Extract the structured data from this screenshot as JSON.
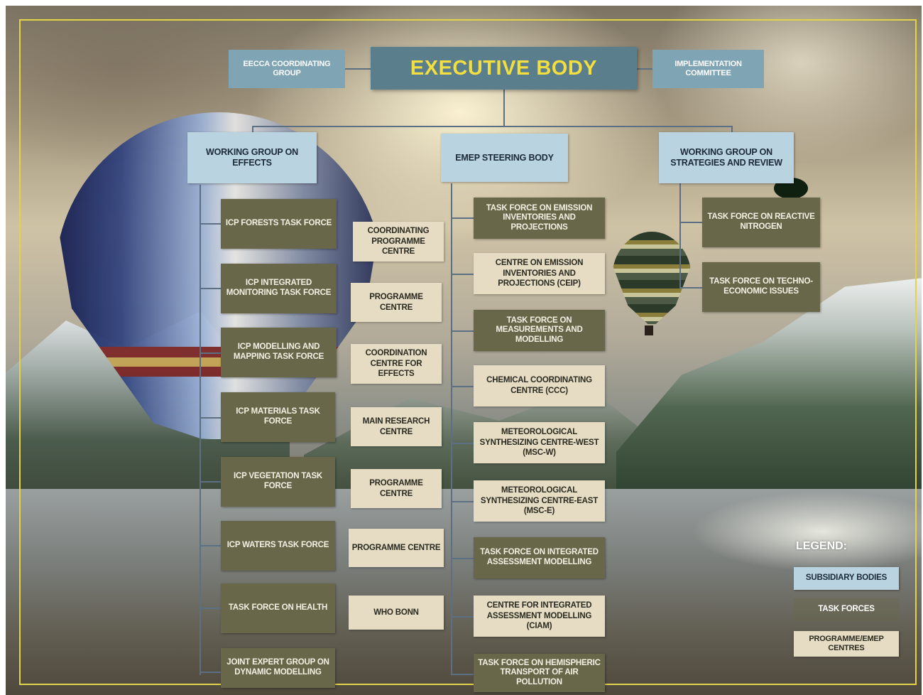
{
  "executive_body": "EXECUTIVE BODY",
  "eecca": "EECCA COORDINATING GROUP",
  "implementation": "IMPLEMENTATION COMMITTEE",
  "subsidiary": {
    "wge": "WORKING GROUP ON EFFECTS",
    "emep": "EMEP STEERING BODY",
    "wgsr": "WORKING GROUP ON STRATEGIES AND REVIEW"
  },
  "effects_task_forces": [
    "ICP FORESTS TASK FORCE",
    "ICP INTEGRATED MONITORING TASK FORCE",
    "ICP MODELLING AND MAPPING TASK FORCE",
    "ICP MATERIALS TASK FORCE",
    "ICP VEGETATION TASK FORCE",
    "ICP WATERS TASK FORCE",
    "TASK FORCE ON HEALTH",
    "JOINT EXPERT GROUP ON DYNAMIC MODELLING"
  ],
  "effects_centres": [
    "COORDINATING PROGRAMME CENTRE",
    "PROGRAMME CENTRE",
    "COORDINATION CENTRE FOR EFFECTS",
    "MAIN RESEARCH CENTRE",
    "PROGRAMME CENTRE",
    "PROGRAMME CENTRE",
    "WHO BONN"
  ],
  "emep_items": [
    "TASK FORCE ON EMISSION INVENTORIES AND PROJECTIONS",
    "CENTRE ON EMISSION INVENTORIES AND PROJECTIONS (CEIP)",
    "TASK FORCE ON MEASUREMENTS AND MODELLING",
    "CHEMICAL COORDINATING CENTRE (CCC)",
    "METEOROLOGICAL SYNTHESIZING CENTRE-WEST (MSC-W)",
    "METEOROLOGICAL SYNTHESIZING CENTRE-EAST (MSC-E)",
    "TASK FORCE ON INTEGRATED ASSESSMENT MODELLING",
    "CENTRE FOR INTEGRATED ASSESSMENT MODELLING (CIAM)",
    "TASK FORCE ON HEMISPHERIC TRANSPORT OF AIR POLLUTION"
  ],
  "wgsr_task_forces": [
    "TASK FORCE ON REACTIVE NITROGEN",
    "TASK FORCE ON TECHNO-ECONOMIC ISSUES"
  ],
  "legend": {
    "title": "LEGEND:",
    "subsidiary": "SUBSIDIARY BODIES",
    "task_forces": "TASK FORCES",
    "centres": "PROGRAMME/EMEP CENTRES"
  },
  "colors": {
    "subsidiary": "#b9d3e1",
    "executive": "#5a7e8b",
    "executive_text": "#f2de40",
    "task_force": "#696749",
    "centre": "#e5dcc3",
    "frame": "#e2d34a"
  }
}
